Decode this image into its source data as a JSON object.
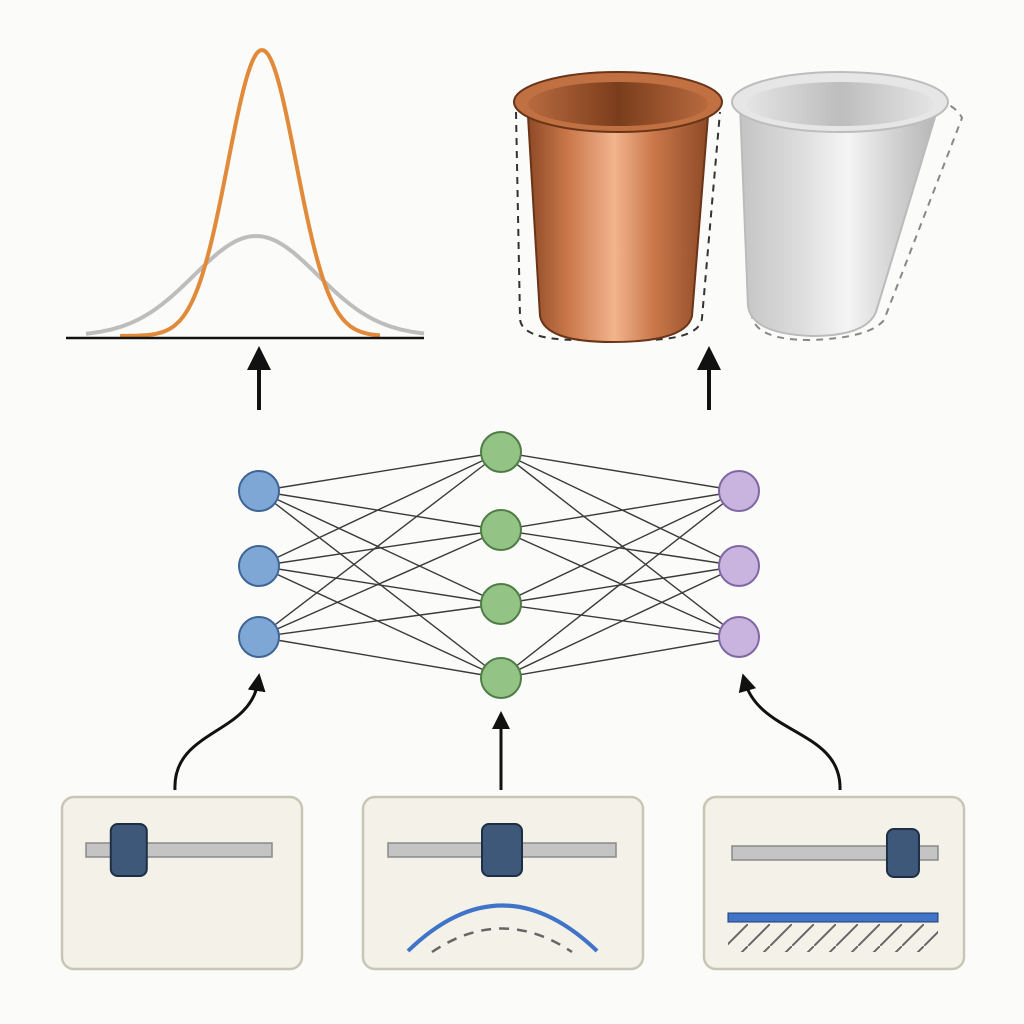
{
  "colors": {
    "background": "#fbfbf9",
    "input_node": "#7fa7d6",
    "input_node_stroke": "#3f6596",
    "hidden_node": "#93c486",
    "hidden_node_stroke": "#4f7d45",
    "output_node": "#c9b4e0",
    "output_node_stroke": "#7f67a3",
    "edge": "#3a3a3a",
    "arrow": "#111111",
    "panel_fill": "#f3f1e8",
    "panel_stroke": "#c9c6b6",
    "slider_track": "#c4c4c4",
    "slider_track_stroke": "#8a8a8a",
    "slider_thumb": "#3d5878",
    "slider_thumb_stroke": "#1e2f45",
    "curve_blue": "#3f74c9",
    "curve_orange": "#e08a3a",
    "curve_gray": "#bdbdbd",
    "copper_mid": "#c9774a",
    "copper_light": "#f2b48c",
    "copper_dark": "#8e4a26",
    "silver_mid": "#d6d6d6",
    "silver_light": "#f5f5f5",
    "silver_dark": "#a8a8a8"
  },
  "network": {
    "layers": [
      {
        "name": "input",
        "node_count": 3
      },
      {
        "name": "hidden",
        "node_count": 4
      },
      {
        "name": "output",
        "node_count": 3
      }
    ]
  },
  "panels": [
    {
      "name": "left-parameter-panel",
      "slider_value": 0.23,
      "illustration": "none"
    },
    {
      "name": "middle-parameter-panel",
      "slider_value": 0.5,
      "illustration": "arc"
    },
    {
      "name": "right-parameter-panel",
      "slider_value": 0.83,
      "illustration": "surface"
    }
  ],
  "outputs": {
    "distribution": {
      "icon": "distribution-curves-icon",
      "curves": [
        {
          "name": "narrow",
          "color": "orange"
        },
        {
          "name": "wide",
          "color": "gray"
        }
      ]
    },
    "cups": {
      "icon": "cups-icon",
      "items": [
        {
          "name": "copper-cup",
          "material": "copper"
        },
        {
          "name": "silver-cup",
          "material": "silver"
        }
      ]
    }
  }
}
